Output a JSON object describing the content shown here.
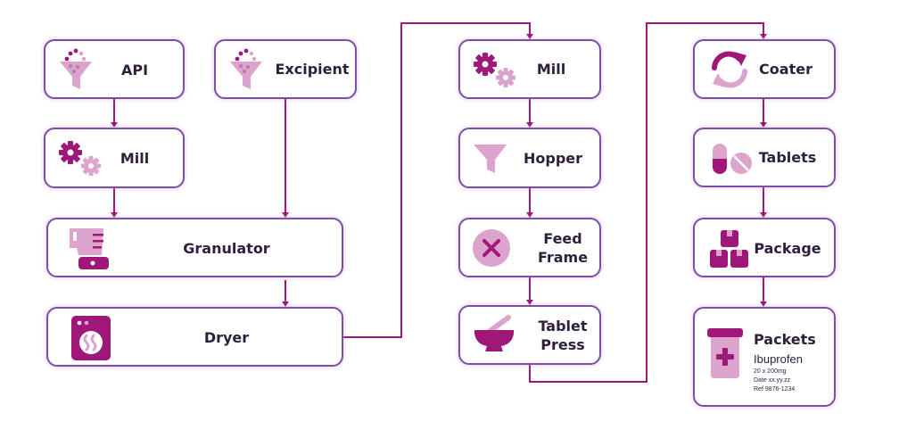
{
  "title": "Tablet manufacturing process flow",
  "colors": {
    "box_border": "#7b4fa3",
    "connector": "#a0177a",
    "icon_dark": "#a0177a",
    "icon_light": "#dca3cc",
    "text": "#2e1f3d"
  },
  "nodes": {
    "api": {
      "label": "API",
      "icon": "funnel-powder-icon"
    },
    "excipient": {
      "label": "Excipient",
      "icon": "funnel-powder-icon"
    },
    "mill1": {
      "label": "Mill",
      "icon": "gears-icon"
    },
    "granulator": {
      "label": "Granulator",
      "icon": "blender-icon"
    },
    "dryer": {
      "label": "Dryer",
      "icon": "dryer-icon"
    },
    "mill2": {
      "label": "Mill",
      "icon": "gears-icon"
    },
    "hopper": {
      "label": "Hopper",
      "icon": "funnel-icon"
    },
    "feed_frame": {
      "label_line1": "Feed",
      "label_line2": "Frame",
      "icon": "x-circle-icon"
    },
    "tablet_press": {
      "label_line1": "Tablet",
      "label_line2": "Press",
      "icon": "mortar-pestle-icon"
    },
    "coater": {
      "label": "Coater",
      "icon": "refresh-arrows-icon"
    },
    "tablets": {
      "label": "Tablets",
      "icon": "pills-icon"
    },
    "package": {
      "label": "Package",
      "icon": "boxes-icon"
    },
    "packets": {
      "label": "Packets",
      "icon": "medicine-jar-icon",
      "product": "Ibuprofen",
      "dose": "20 x 200mg",
      "date": "Date xx.yy.zz",
      "ref": "Ref 9876-1234"
    }
  },
  "edges": [
    {
      "from": "api",
      "to": "mill1"
    },
    {
      "from": "mill1",
      "to": "granulator"
    },
    {
      "from": "excipient",
      "to": "granulator"
    },
    {
      "from": "granulator",
      "to": "dryer"
    },
    {
      "from": "dryer",
      "to": "mill2"
    },
    {
      "from": "mill2",
      "to": "hopper"
    },
    {
      "from": "hopper",
      "to": "feed_frame"
    },
    {
      "from": "feed_frame",
      "to": "tablet_press"
    },
    {
      "from": "tablet_press",
      "to": "coater"
    },
    {
      "from": "coater",
      "to": "tablets"
    },
    {
      "from": "tablets",
      "to": "package"
    },
    {
      "from": "package",
      "to": "packets"
    }
  ]
}
